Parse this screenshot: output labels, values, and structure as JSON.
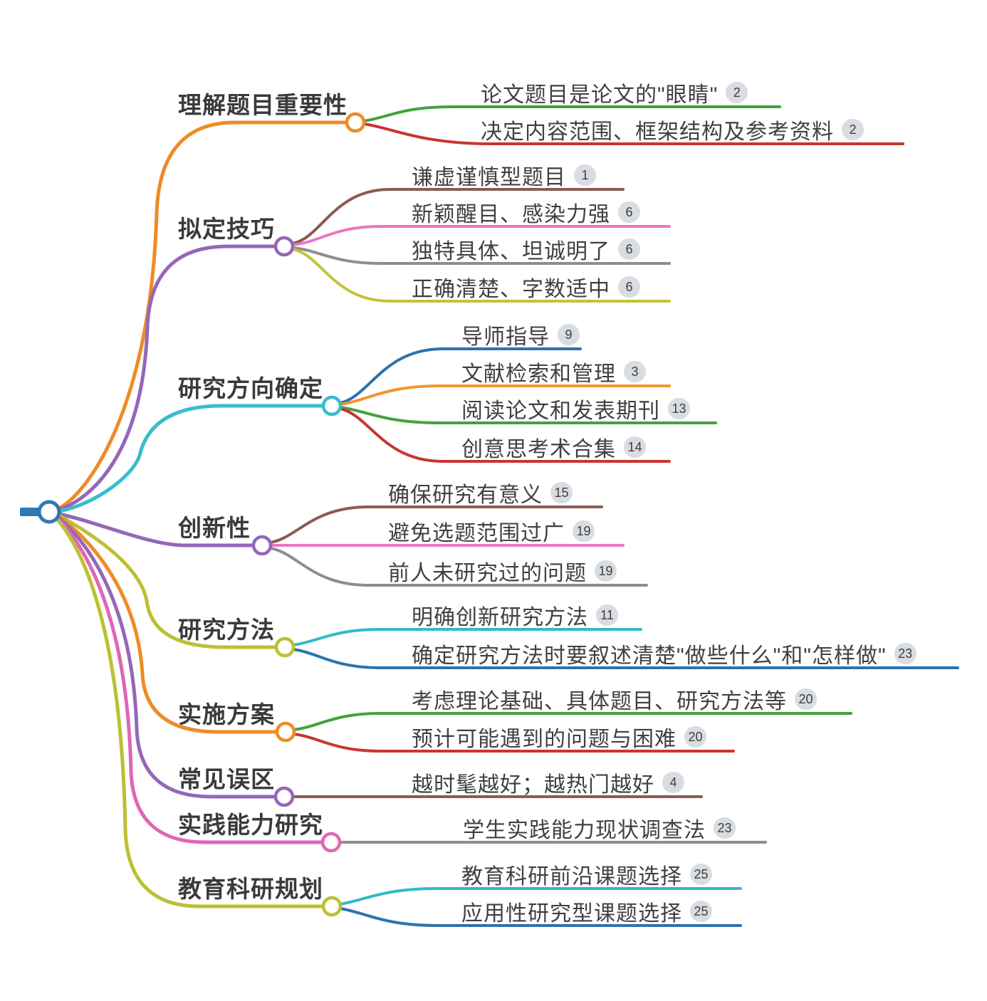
{
  "root": {
    "color": "#2e78b5"
  },
  "badge_style": {
    "background": "#d9dce1",
    "text_color": "#3c4043"
  },
  "topics": [
    {
      "label": "理解题目重要性",
      "color": "#ed8c26",
      "children": [
        {
          "text": "论文题目是论文的\"眼睛\"",
          "badge": "2",
          "color": "#44a23c"
        },
        {
          "text": "决定内容范围、框架结构及参考资料",
          "badge": "2",
          "color": "#c9352f"
        }
      ]
    },
    {
      "label": "拟定技巧",
      "color": "#9467b8",
      "children": [
        {
          "text": "谦虚谨慎型题目",
          "badge": "1",
          "color": "#8c5b53"
        },
        {
          "text": "新颖醒目、感染力强",
          "badge": "6",
          "color": "#e878c4"
        },
        {
          "text": "独特具体、坦诚明了",
          "badge": "6",
          "color": "#8e8e8e"
        },
        {
          "text": "正确清楚、字数适中",
          "badge": "6",
          "color": "#c3c336"
        }
      ]
    },
    {
      "label": "研究方向确定",
      "color": "#39bccd",
      "children": [
        {
          "text": "导师指导",
          "badge": "9",
          "color": "#2e73ac"
        },
        {
          "text": "文献检索和管理",
          "badge": "3",
          "color": "#f0952f"
        },
        {
          "text": "阅读论文和发表期刊",
          "badge": "13",
          "color": "#44a23c"
        },
        {
          "text": "创意思考术合集",
          "badge": "14",
          "color": "#c9352f"
        }
      ]
    },
    {
      "label": "创新性",
      "color": "#9467b8",
      "children": [
        {
          "text": "确保研究有意义",
          "badge": "15",
          "color": "#8c5b53"
        },
        {
          "text": "避免选题范围过广",
          "badge": "19",
          "color": "#e878c4"
        },
        {
          "text": "前人未研究过的问题",
          "badge": "19",
          "color": "#8e8e8e"
        }
      ]
    },
    {
      "label": "研究方法",
      "color": "#bcc032",
      "children": [
        {
          "text": "明确创新研究方法",
          "badge": "11",
          "color": "#30bacb"
        },
        {
          "text": "确定研究方法时要叙述清楚\"做些什么\"和\"怎样做\"",
          "badge": "23",
          "color": "#2e73ac"
        }
      ]
    },
    {
      "label": "实施方案",
      "color": "#ed8c26",
      "children": [
        {
          "text": "考虑理论基础、具体题目、研究方法等",
          "badge": "20",
          "color": "#44a23c"
        },
        {
          "text": "预计可能遇到的问题与困难",
          "badge": "20",
          "color": "#c9352f"
        }
      ]
    },
    {
      "label": "常见误区",
      "color": "#9467b8",
      "children": [
        {
          "text": "越时髦越好；越热门越好",
          "badge": "4",
          "color": "#8c5b53"
        }
      ]
    },
    {
      "label": "实践能力研究",
      "color": "#df66b7",
      "children": [
        {
          "text": "学生实践能力现状调查法",
          "badge": "23",
          "color": "#8e8e8e"
        }
      ]
    },
    {
      "label": "教育科研规划",
      "color": "#bcc032",
      "children": [
        {
          "text": "教育科研前沿课题选择",
          "badge": "25",
          "color": "#30bacb"
        },
        {
          "text": "应用性研究型课题选择",
          "badge": "25",
          "color": "#2e73ac"
        }
      ]
    }
  ]
}
